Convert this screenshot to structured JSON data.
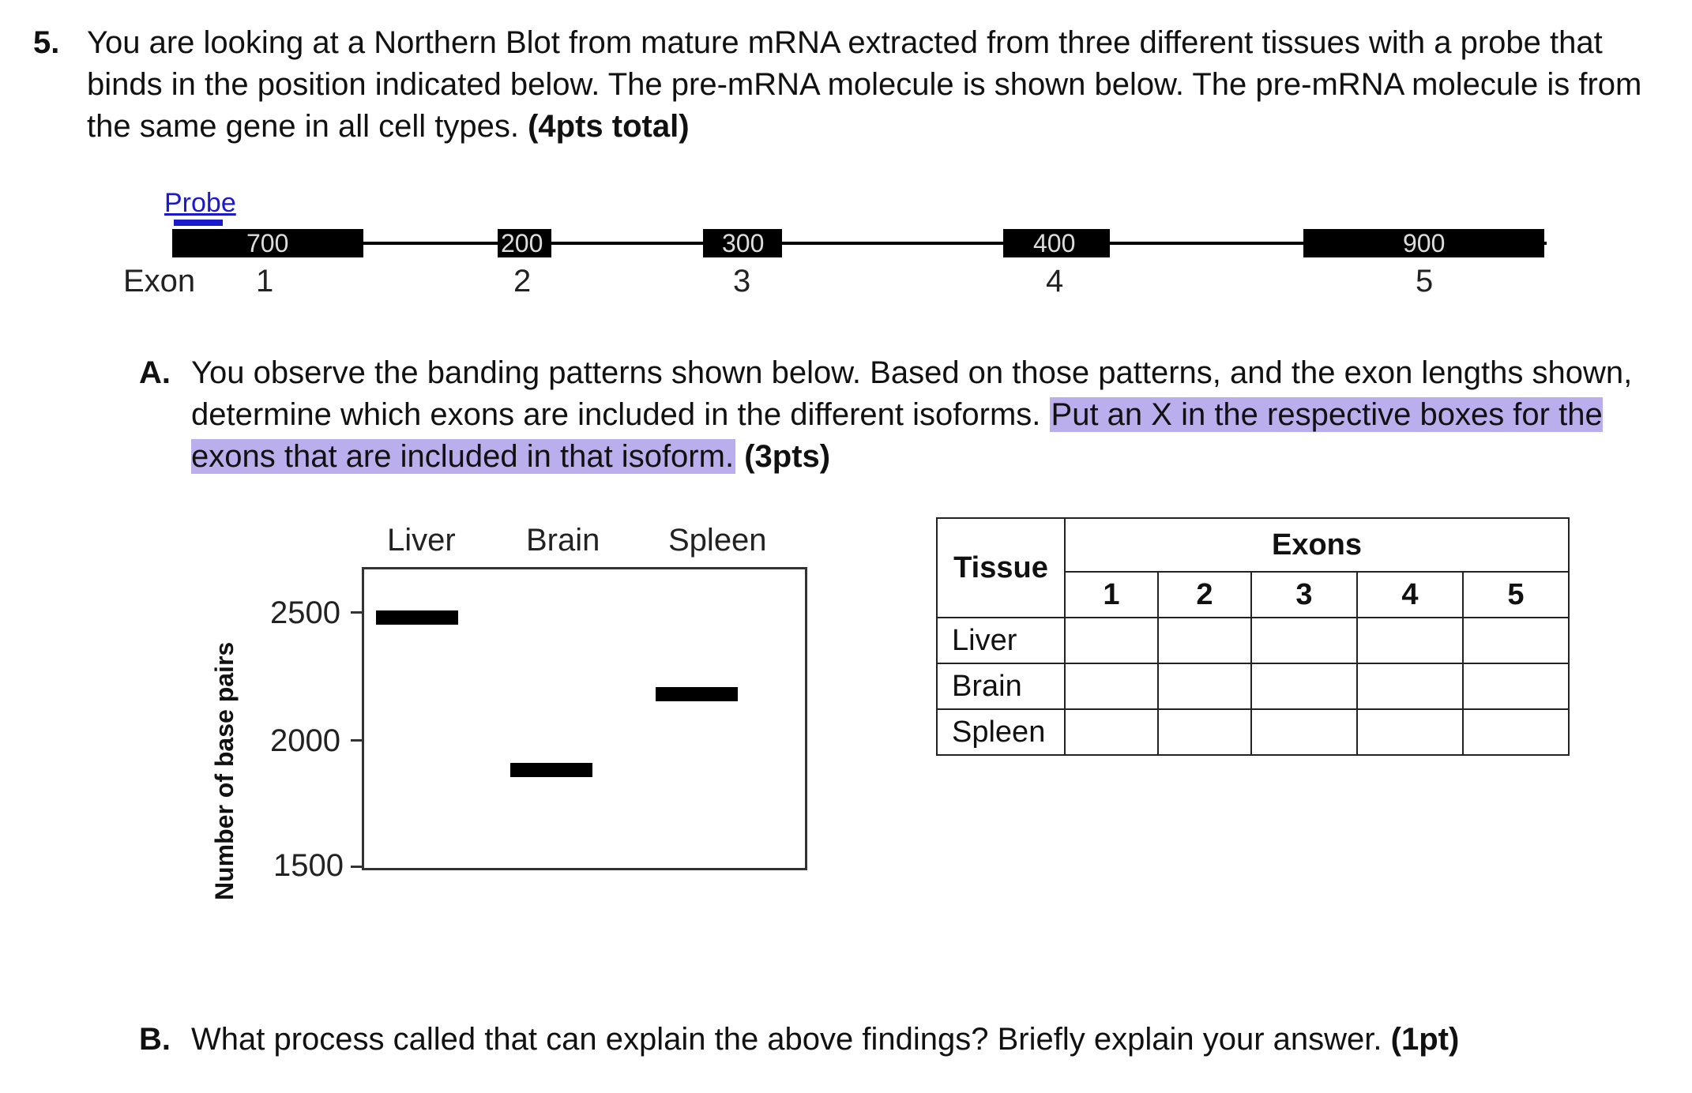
{
  "question": {
    "number": "5.",
    "text": "You are looking at a Northern Blot from mature mRNA extracted from three different tissues with a probe that binds in the position indicated below. The pre-mRNA molecule is shown below. The pre-mRNA molecule is from the same gene in all cell types.",
    "points": "(4pts total)"
  },
  "gene_diagram": {
    "probe_label": "Probe",
    "probe_color": "#1a1acc",
    "exon_word": "Exon",
    "exons": [
      {
        "number": "1",
        "length": "700"
      },
      {
        "number": "2",
        "length": "200"
      },
      {
        "number": "3",
        "length": "300"
      },
      {
        "number": "4",
        "length": "400"
      },
      {
        "number": "5",
        "length": "900"
      }
    ]
  },
  "part_a": {
    "letter": "A.",
    "text_plain": "You observe the banding patterns shown below. Based on those patterns, and the exon lengths shown, determine which exons are included in the different isoforms.",
    "text_highlighted": "Put an X in the respective boxes for the exons that are included in that isoform.",
    "points": "(3pts)",
    "highlight_color": "#8c7bd9"
  },
  "gel": {
    "ylabel": "Number of base pairs",
    "tick_labels": [
      "2500",
      "2000",
      "1500"
    ],
    "lanes": [
      "Liver",
      "Brain",
      "Spleen"
    ],
    "bands": [
      {
        "lane": "Liver",
        "bp": 2500
      },
      {
        "lane": "Brain",
        "bp": 1900
      },
      {
        "lane": "Spleen",
        "bp": 2200
      }
    ],
    "ylim": [
      1500,
      2700
    ]
  },
  "table": {
    "tissue_header": "Tissue",
    "exons_header": "Exons",
    "exon_columns": [
      "1",
      "2",
      "3",
      "4",
      "5"
    ],
    "rows": [
      "Liver",
      "Brain",
      "Spleen"
    ]
  },
  "part_b": {
    "letter": "B.",
    "text": "What process called that can explain the above findings? Briefly explain your answer.",
    "points": "(1pt)"
  }
}
